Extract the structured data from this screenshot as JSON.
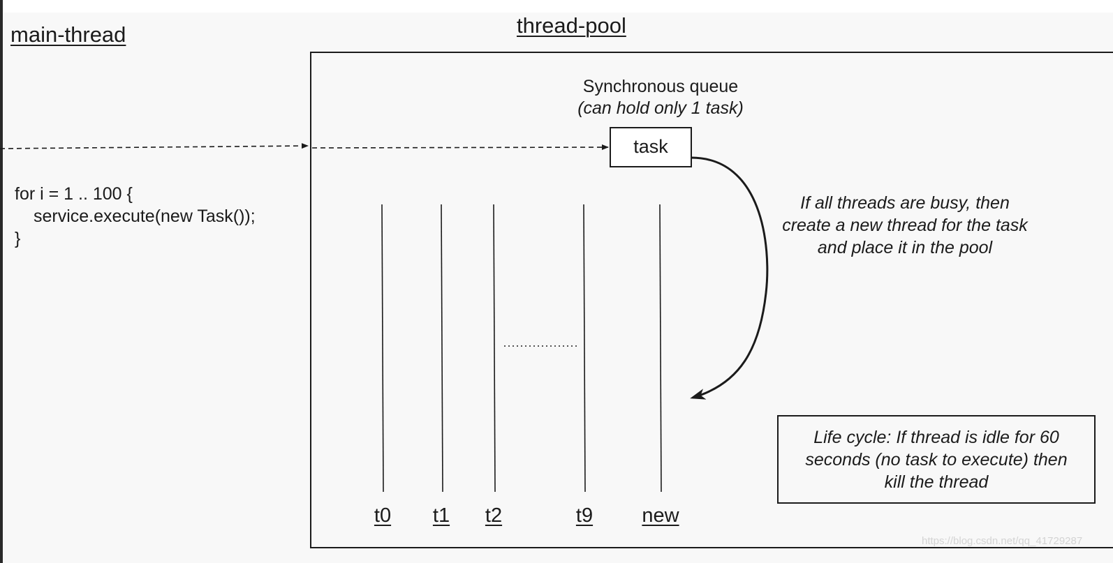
{
  "main_thread": {
    "title": "main-thread",
    "code": [
      "for i = 1 .. 100 {",
      "service.execute(new Task());",
      "}"
    ]
  },
  "thread_pool": {
    "title": "thread-pool",
    "queue_title": "Synchronous queue",
    "queue_subtitle": "(can hold only 1 task)",
    "task_label": "task",
    "threads": [
      "t0",
      "t1",
      "t2",
      "t9",
      "new"
    ],
    "busy_note": [
      "If all threads are busy, then",
      "create a new thread for the task",
      "and place it in the pool"
    ],
    "lifecycle_note": [
      "Life cycle: If thread is idle for 60",
      "seconds (no task to execute) then",
      "kill the thread"
    ]
  },
  "watermark": "https://blog.csdn.net/qq_41729287",
  "colors": {
    "background": "#f8f8f8",
    "ink": "#1b1b1b",
    "watermark": "#d4d4d4"
  }
}
